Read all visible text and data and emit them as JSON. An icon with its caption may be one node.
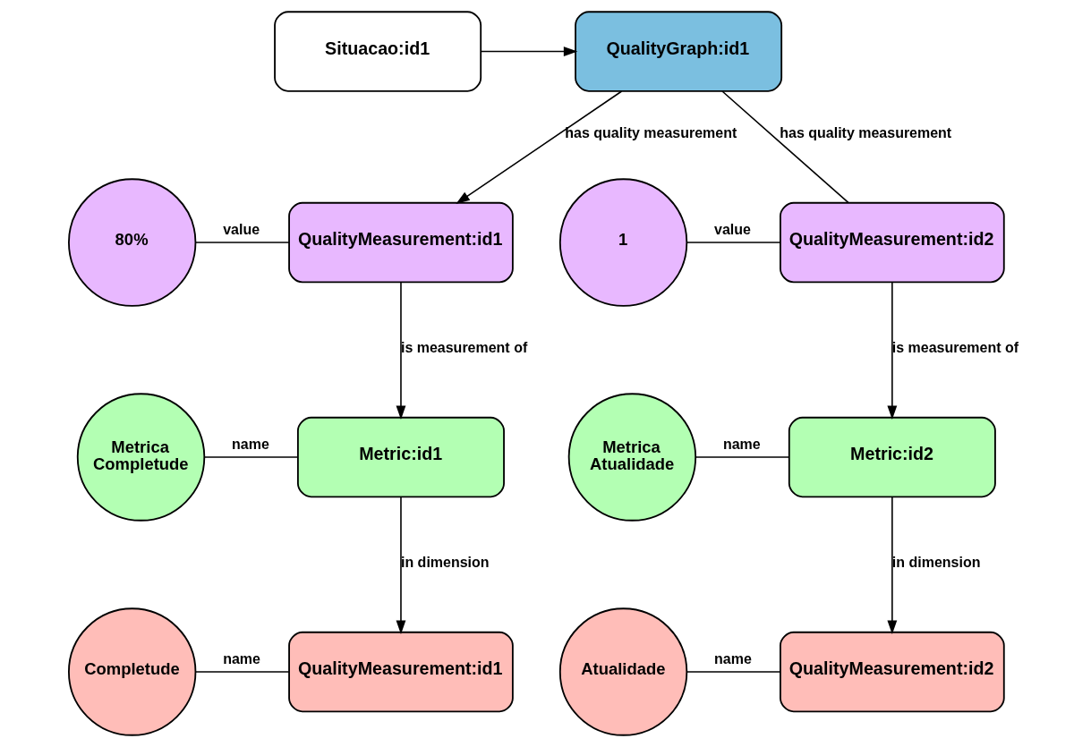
{
  "diagram": {
    "nodes": [
      {
        "text": [
          "Situacao:id1"
        ]
      },
      {
        "text": [
          "QualityGraph:id1"
        ]
      },
      {
        "text": [
          "80%"
        ]
      },
      {
        "text": [
          "QualityMeasurement:id1"
        ]
      },
      {
        "text": [
          "1"
        ]
      },
      {
        "text": [
          "QualityMeasurement:id2"
        ]
      },
      {
        "text": [
          "Metrica Completude"
        ]
      },
      {
        "text": [
          "Metric:id1"
        ]
      },
      {
        "text": [
          "Metrica Atualidade"
        ]
      },
      {
        "text": [
          "Metric:id2"
        ]
      },
      {
        "text": [
          "Completude"
        ]
      },
      {
        "text": [
          "QualityMeasurement:id1"
        ]
      },
      {
        "text": [
          "Atualidade"
        ]
      },
      {
        "text": [
          "QualityMeasurement:id2"
        ]
      }
    ],
    "edges": [
      {
        "from": 0,
        "to": 1,
        "arrow": "to"
      },
      {
        "from": 1,
        "to": 3,
        "arrow": "to",
        "label": "has quality measurement"
      },
      {
        "from": 1,
        "to": 5,
        "arrow": "none",
        "label": "has quality measurement"
      },
      {
        "from": 2,
        "to": 3,
        "arrow": "none",
        "label": "value"
      },
      {
        "from": 4,
        "to": 5,
        "arrow": "none",
        "label": "value"
      },
      {
        "from": 3,
        "to": 7,
        "arrow": "to",
        "label": "is measurement of"
      },
      {
        "from": 5,
        "to": 9,
        "arrow": "to",
        "label": "is measurement of"
      },
      {
        "from": 6,
        "to": 7,
        "arrow": "none",
        "label": "name"
      },
      {
        "from": 8,
        "to": 9,
        "arrow": "none",
        "label": "name"
      },
      {
        "from": 7,
        "to": 11,
        "arrow": "to",
        "label": "in dimension"
      },
      {
        "from": 9,
        "to": 13,
        "arrow": "to",
        "label": "in dimension"
      },
      {
        "from": 10,
        "to": 11,
        "arrow": "none",
        "label": "name"
      },
      {
        "from": 12,
        "to": 13,
        "arrow": "none",
        "label": "name"
      }
    ]
  }
}
